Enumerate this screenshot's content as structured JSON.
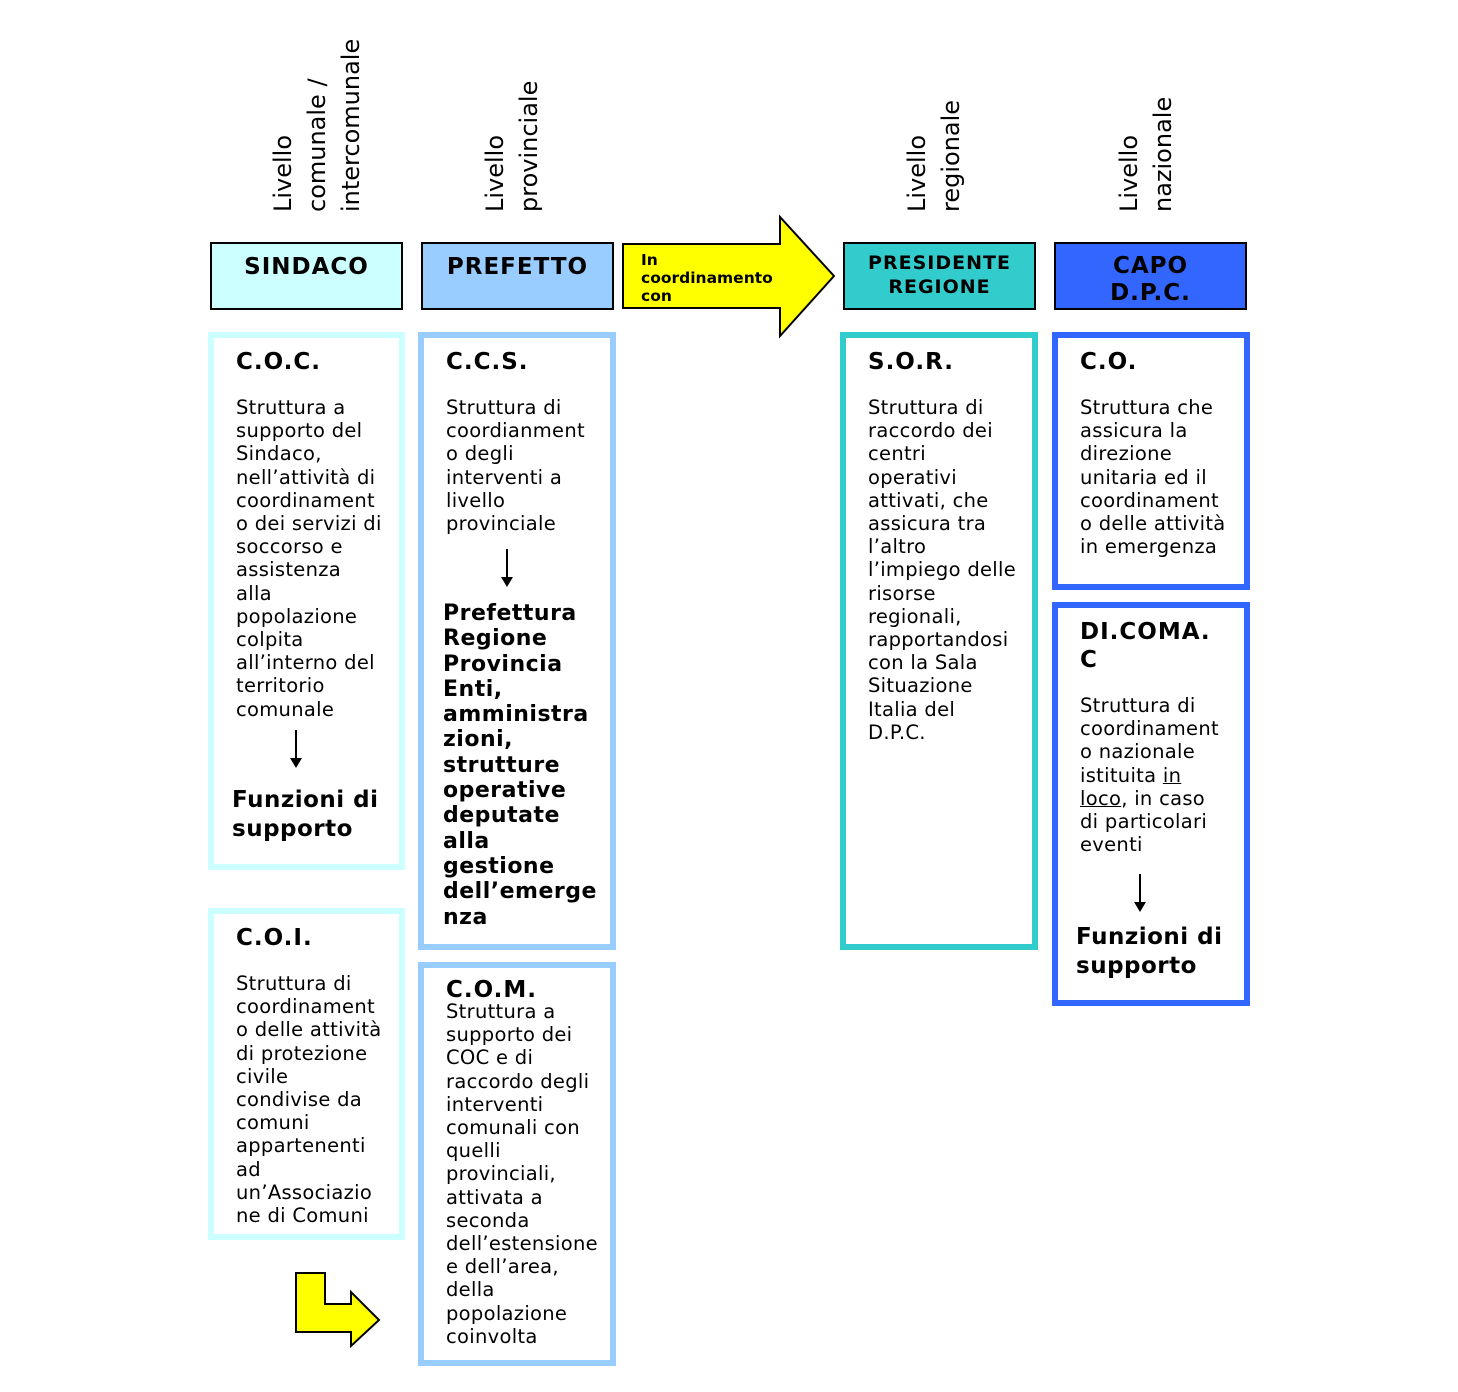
{
  "levels": {
    "comunale": "Livello\ncomunale /\nintercomunale",
    "provinciale": "Livello\nprovinciale",
    "regionale": "Livello\nregionale",
    "nazionale": "Livello\nnazionale"
  },
  "headers": {
    "sindaco": "SINDACO",
    "prefetto": "PREFETTO",
    "presidente": "PRESIDENTE\nREGIONE",
    "capo": "CAPO\nD.P.C."
  },
  "coordination_arrow": "In\ncoordinamento\ncon",
  "boxes": {
    "coc": {
      "title": "C.O.C.",
      "desc": "Struttura a\nsupporto del\nSindaco,\nnell’attività di\ncoordinament\no dei servizi di\nsoccorso e\nassistenza\nalla\npopolazione\ncolpita\nall’interno del\nterritorio\ncomunale",
      "result": "Funzioni di\nsupporto"
    },
    "coi": {
      "title": "C.O.I.",
      "desc": "Struttura di\ncoordinament\no delle attività\ndi protezione\ncivile\ncondivise da\ncomuni\nappartenenti\nad\nun’Associazio\nne di Comuni"
    },
    "ccs": {
      "title": "C.C.S.",
      "desc": "Struttura di\ncoordianment\no degli\ninterventi a\nlivello\nprovinciale",
      "result": "Prefettura\nRegione\nProvincia\nEnti,\namministra\nzioni,\nstrutture\noperative\ndeputate\nalla\ngestione\ndell’emerge\nnza"
    },
    "com": {
      "title": "C.O.M.",
      "desc": "Struttura a\nsupporto dei\nCOC e di\nraccordo degli\ninterventi\ncomunali con\nquelli\nprovinciali,\nattivata a\nseconda\ndell’estensione\ne dell’area,\ndella\npopolazione\ncoinvolta"
    },
    "sor": {
      "title": "S.O.R.",
      "desc": "Struttura di\nraccordo dei\ncentri\noperativi\nattivati, che\nassicura tra\nl’altro\nl’impiego delle\nrisorse\nregionali,\nrapportandosi\ncon la Sala\nSituazione\nItalia del\nD.P.C."
    },
    "co": {
      "title": "C.O.",
      "desc": "Struttura che\nassicura la\ndirezione\nunitaria ed il\ncoordinament\no delle attività\nin emergenza"
    },
    "dicomac": {
      "title": "DI.COMA.\nC",
      "desc_before": "Struttura di\ncoordinament\no nazionale\nistituita ",
      "desc_u1": "in",
      "desc_nl": "\n",
      "desc_u2": "loco",
      "desc_after": ", in caso\ndi particolari\neventi",
      "result": "Funzioni di\nsupporto"
    }
  },
  "colors": {
    "sindaco": "#ccffff",
    "prefetto": "#99ccff",
    "presidente": "#33cccc",
    "capo": "#3366ff",
    "arrow_yellow": "#ffff00"
  }
}
